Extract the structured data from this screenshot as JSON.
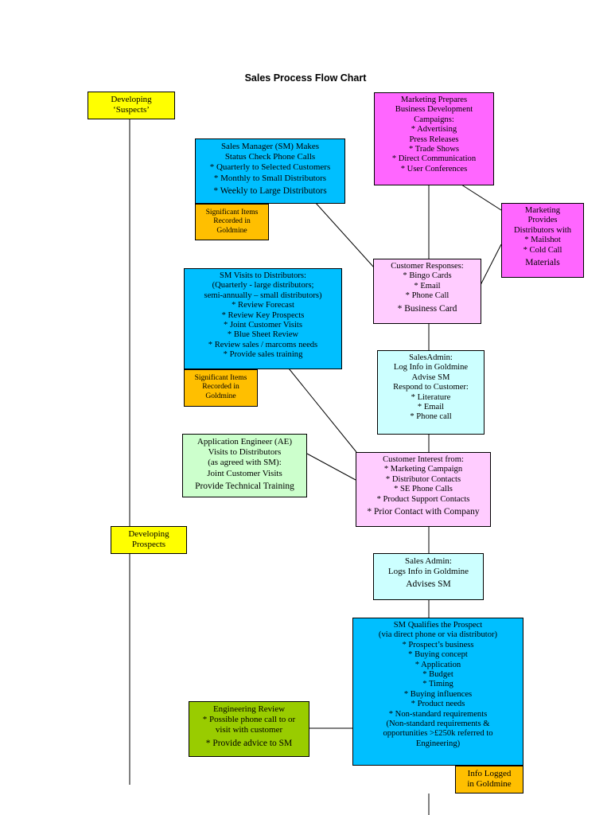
{
  "title": "Sales Process Flow Chart",
  "colors": {
    "yellow": "#ffff00",
    "blue": "#00bfff",
    "magenta": "#ff66ff",
    "pink": "#ffccff",
    "cyan": "#ccffff",
    "lightgreen": "#ccffcc",
    "green": "#99cc00",
    "orange": "#ffbf00"
  },
  "boxes": {
    "developing_suspects": [
      "Developing",
      "‘Suspects’"
    ],
    "marketing_prepares": [
      "Marketing Prepares",
      "Business Development",
      "Campaigns:",
      "* Advertising",
      "Press Releases",
      "* Trade Shows",
      "* Direct Communication",
      "* User Conferences"
    ],
    "sm_status_calls": [
      "Sales Manager (SM) Makes",
      "Status Check Phone Calls",
      "* Quarterly to Selected Customers",
      "* Monthly to Small Distributors",
      "* Weekly to Large Distributors"
    ],
    "significant_items_1": [
      "Significant Items",
      "Recorded in",
      "Goldmine"
    ],
    "marketing_provides": [
      "Marketing",
      "Provides",
      "Distributors with",
      "* Mailshot",
      "* Cold Call",
      "Materials"
    ],
    "sm_visits": [
      "SM Visits to Distributors:",
      "(Quarterly - large distributors;",
      "semi-annually – small distributors)",
      "* Review Forecast",
      "* Review Key Prospects",
      "* Joint Customer Visits",
      "* Blue Sheet Review",
      "* Review sales / marcoms needs",
      "* Provide sales training"
    ],
    "customer_responses": [
      "Customer Responses:",
      "* Bingo Cards",
      "* Email",
      "* Phone Call",
      "* Business Card"
    ],
    "significant_items_2": [
      "Significant Items",
      "Recorded in",
      "Goldmine"
    ],
    "salesadmin_1": [
      "SalesAdmin:",
      "Log Info in Goldmine",
      "Advise SM",
      "Respond to Customer:",
      "* Literature",
      "* Email",
      "* Phone call"
    ],
    "ae_visits": [
      "Application Engineer (AE)",
      "Visits to Distributors",
      "(as agreed with SM):",
      "Joint Customer Visits",
      "Provide Technical Training"
    ],
    "customer_interest": [
      "Customer Interest from:",
      "* Marketing Campaign",
      "* Distributor Contacts",
      "* SE Phone Calls",
      "* Product Support Contacts",
      "* Prior Contact with Company"
    ],
    "developing_prospects": [
      "Developing",
      "Prospects"
    ],
    "salesadmin_2": [
      "Sales Admin:",
      "Logs Info in Goldmine",
      "Advises SM"
    ],
    "sm_qualifies": [
      "SM Qualifies the Prospect",
      "(via direct phone or via distributor)",
      "* Prospect’s business",
      "* Buying concept",
      "* Application",
      "* Budget",
      "* Timing",
      "* Buying influences",
      "* Product needs",
      "* Non-standard requirements",
      "(Non-standard requirements &",
      "opportunities >£250k referred to",
      "Engineering)"
    ],
    "engineering_review": [
      "Engineering Review",
      "* Possible phone call to or",
      "visit with customer",
      "* Provide advice to SM"
    ],
    "info_logged": [
      "Info Logged",
      "in Goldmine"
    ]
  }
}
